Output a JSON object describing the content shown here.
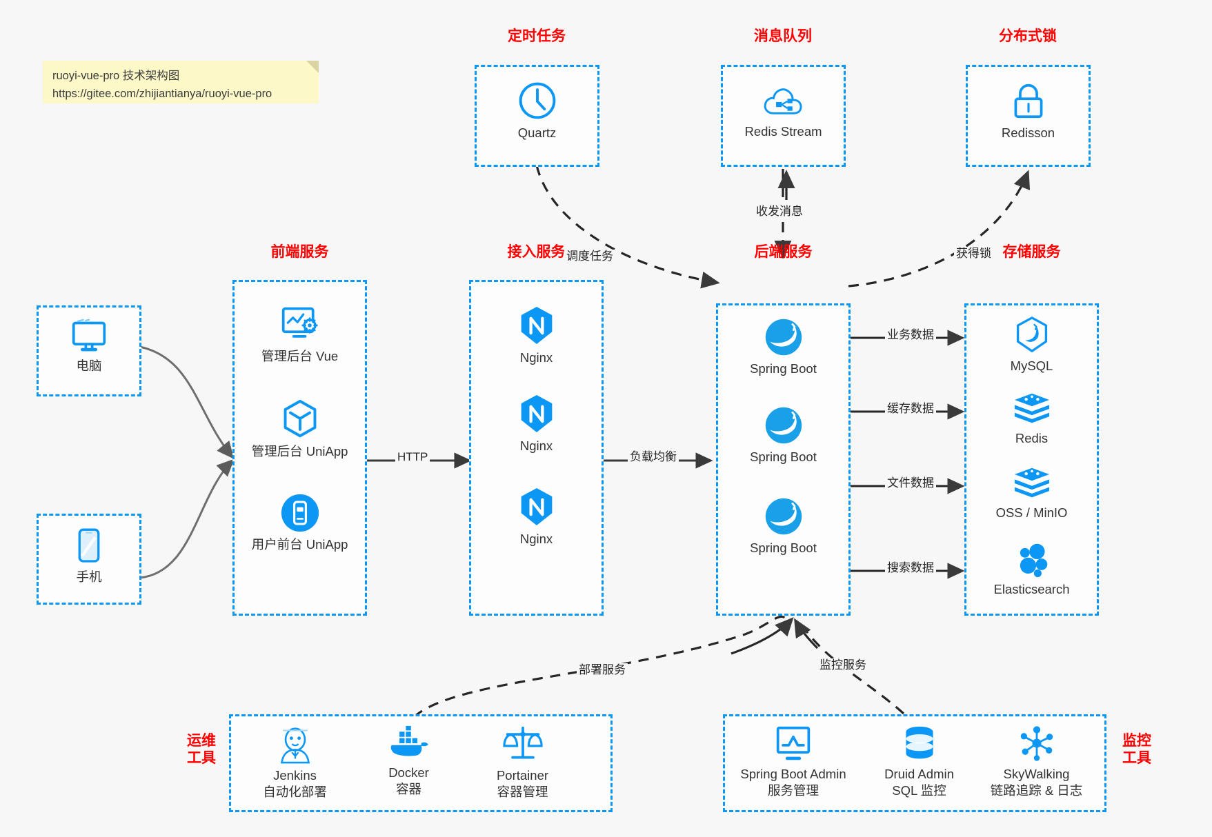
{
  "diagram": {
    "title": "ruoyi-vue-pro 技术架构图",
    "note": {
      "line1": "ruoyi-vue-pro 技术架构图",
      "line2": "https://gitee.com/zhijiantianya/ruoyi-vue-pro"
    },
    "colors": {
      "accent_blue": "#0d97f5",
      "group_title_red": "#ff0000",
      "note_yellow": "#fcf8c8",
      "background": "#f7f7f7",
      "edge_dark": "#262626"
    }
  },
  "groups": {
    "scheduled_task": {
      "title": "定时任务"
    },
    "message_queue": {
      "title": "消息队列"
    },
    "distributed_lock": {
      "title": "分布式锁"
    },
    "frontend_service": {
      "title": "前端服务"
    },
    "gateway_service": {
      "title": "接入服务"
    },
    "backend_service": {
      "title": "后端服务"
    },
    "storage_service": {
      "title": "存储服务"
    },
    "ops_tools": {
      "title_line1": "运维",
      "title_line2": "工具"
    },
    "monitor_tools": {
      "title_line1": "监控",
      "title_line2": "工具"
    }
  },
  "nodes": {
    "computer": {
      "label": "电脑",
      "icon": "desktop-monitor-icon"
    },
    "phone": {
      "label": "手机",
      "icon": "mobile-phone-icon"
    },
    "quartz": {
      "label": "Quartz",
      "icon": "clock-icon"
    },
    "redis_stream": {
      "label": "Redis Stream",
      "icon": "cloud-nodes-icon"
    },
    "redisson": {
      "label": "Redisson",
      "icon": "padlock-icon"
    },
    "admin_vue": {
      "label": "管理后台 Vue",
      "icon": "dashboard-gear-icon"
    },
    "admin_uniapp": {
      "label": "管理后台 UniApp",
      "icon": "uniapp-cube-icon"
    },
    "user_uniapp": {
      "label": "用户前台 UniApp",
      "icon": "mobile-app-icon"
    },
    "nginx1": {
      "label": "Nginx",
      "icon": "nginx-icon"
    },
    "nginx2": {
      "label": "Nginx",
      "icon": "nginx-icon"
    },
    "nginx3": {
      "label": "Nginx",
      "icon": "nginx-icon"
    },
    "springboot1": {
      "label": "Spring Boot",
      "icon": "spring-leaf-icon"
    },
    "springboot2": {
      "label": "Spring Boot",
      "icon": "spring-leaf-icon"
    },
    "springboot3": {
      "label": "Spring Boot",
      "icon": "spring-leaf-icon"
    },
    "mysql": {
      "label": "MySQL",
      "icon": "mysql-dolphin-icon"
    },
    "redis": {
      "label": "Redis",
      "icon": "redis-stack-icon"
    },
    "oss_minio": {
      "label": "OSS / MinIO",
      "icon": "redis-stack-icon"
    },
    "elasticsearch": {
      "label": "Elasticsearch",
      "icon": "elasticsearch-icon"
    },
    "jenkins": {
      "label": "Jenkins",
      "sublabel": "自动化部署",
      "icon": "jenkins-butler-icon"
    },
    "docker": {
      "label": "Docker",
      "sublabel": "容器",
      "icon": "docker-whale-icon"
    },
    "portainer": {
      "label": "Portainer",
      "sublabel": "容器管理",
      "icon": "portainer-scales-icon"
    },
    "sba": {
      "label": "Spring Boot Admin",
      "sublabel": "服务管理",
      "icon": "monitor-chart-icon"
    },
    "druid": {
      "label": "Druid Admin",
      "sublabel": "SQL 监控",
      "icon": "database-stack-icon"
    },
    "skywalking": {
      "label": "SkyWalking",
      "sublabel": "链路追踪 & 日志",
      "icon": "skywalking-nodes-icon"
    }
  },
  "edges": {
    "http": {
      "label": "HTTP"
    },
    "load_balance": {
      "label": "负载均衡"
    },
    "schedule_task": {
      "label": "调度任务"
    },
    "send_receive_message": {
      "label": "收发消息"
    },
    "acquire_lock": {
      "label": "获得锁"
    },
    "business_data": {
      "label": "业务数据"
    },
    "cache_data": {
      "label": "缓存数据"
    },
    "file_data": {
      "label": "文件数据"
    },
    "search_data": {
      "label": "搜索数据"
    },
    "deploy_service": {
      "label": "部署服务"
    },
    "monitor_service": {
      "label": "监控服务"
    }
  }
}
